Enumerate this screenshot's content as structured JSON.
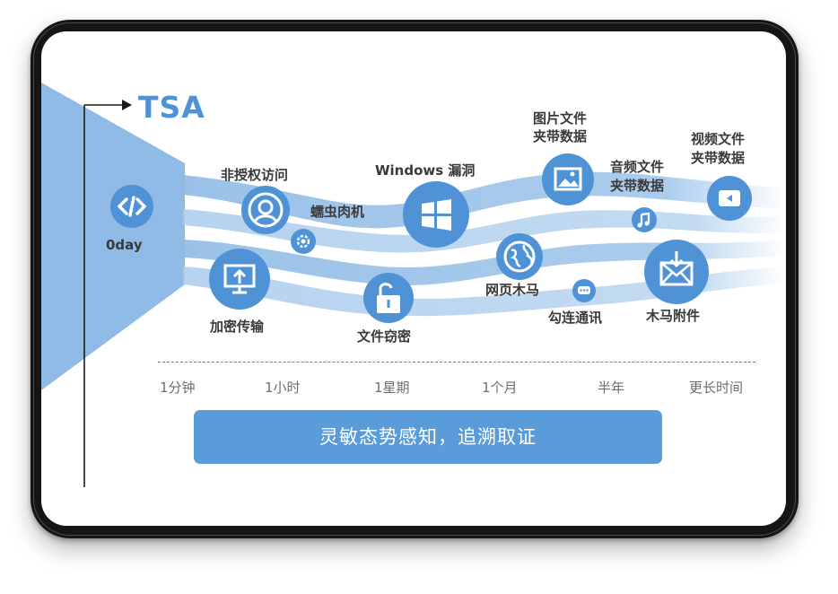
{
  "title": "TSA",
  "nodes": {
    "zero_day": "0day",
    "unauthorized_access": "非授权访问",
    "zombie": "蠕虫肉机",
    "windows_vuln": "Windows 漏洞",
    "image_line1": "图片文件",
    "image_line2": "夹带数据",
    "audio_line1": "音频文件",
    "audio_line2": "夹带数据",
    "video_line1": "视频文件",
    "video_line2": "夹带数据",
    "encrypted_transfer": "加密传输",
    "file_theft": "文件窃密",
    "web_trojan": "网页木马",
    "collusion": "勾连通讯",
    "trojan_attachment": "木马附件"
  },
  "timeline": [
    "1分钟",
    "1小时",
    "1星期",
    "1个月",
    "半年",
    "更长时间"
  ],
  "cta": "灵敏态势感知，追溯取证",
  "colors": {
    "accent": "#4f93d6",
    "flow": "#8fbbe6",
    "button": "#5a9bd9"
  },
  "icons": [
    "code-icon",
    "user-icon",
    "gear-icon",
    "windows-icon",
    "image-icon",
    "audio-icon",
    "video-icon",
    "monitor-upload-icon",
    "lock-icon",
    "globe-icon",
    "chat-icon",
    "mail-icon"
  ]
}
